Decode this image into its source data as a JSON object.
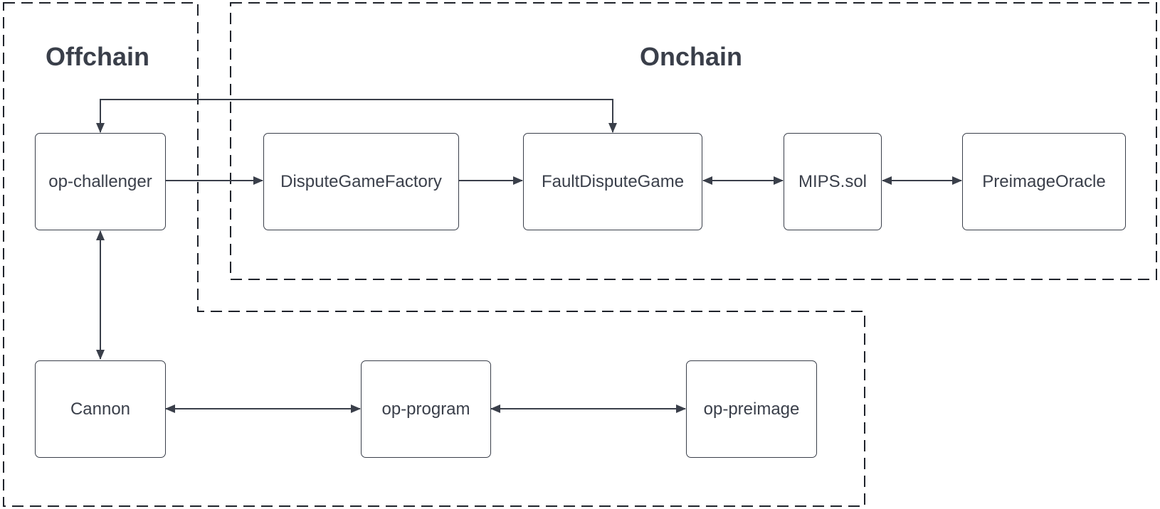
{
  "regions": {
    "offchain": {
      "title": "Offchain"
    },
    "onchain": {
      "title": "Onchain"
    }
  },
  "nodes": {
    "op_challenger": "op-challenger",
    "dispute_game_factory": "DisputeGameFactory",
    "fault_dispute_game": "FaultDisputeGame",
    "mips_sol": "MIPS.sol",
    "preimage_oracle": "PreimageOracle",
    "cannon": "Cannon",
    "op_program": "op-program",
    "op_preimage": "op-preimage"
  },
  "edges": [
    {
      "from": "op-challenger",
      "to": "DisputeGameFactory",
      "direction": "forward"
    },
    {
      "from": "DisputeGameFactory",
      "to": "FaultDisputeGame",
      "direction": "forward"
    },
    {
      "from": "FaultDisputeGame",
      "to": "MIPS.sol",
      "direction": "both"
    },
    {
      "from": "MIPS.sol",
      "to": "PreimageOracle",
      "direction": "both"
    },
    {
      "from": "op-challenger",
      "to": "FaultDisputeGame",
      "direction": "both"
    },
    {
      "from": "op-challenger",
      "to": "Cannon",
      "direction": "both"
    },
    {
      "from": "Cannon",
      "to": "op-program",
      "direction": "both"
    },
    {
      "from": "op-program",
      "to": "op-preimage",
      "direction": "both"
    }
  ],
  "colors": {
    "stroke": "#3a3f4a",
    "background": "#ffffff"
  }
}
